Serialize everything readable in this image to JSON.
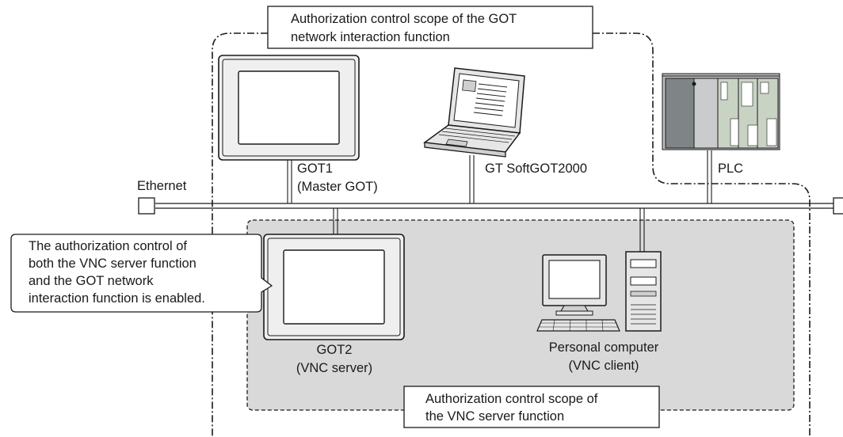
{
  "labels": {
    "got_scope_line1": "Authorization control scope of the GOT",
    "got_scope_line2": "network interaction function",
    "ethernet": "Ethernet",
    "got1_line1": "GOT1",
    "got1_line2": "(Master GOT)",
    "softgot": "GT SoftGOT2000",
    "plc": "PLC",
    "callout_line1": "The authorization control of",
    "callout_line2": "both the VNC server function",
    "callout_line3": "and the GOT network",
    "callout_line4": "interaction function is enabled.",
    "got2_line1": "GOT2",
    "got2_line2": "(VNC server)",
    "pc_line1": "Personal computer",
    "pc_line2": "(VNC client)",
    "vnc_scope_line1": "Authorization control scope of",
    "vnc_scope_line2": "the VNC server function"
  },
  "colors": {
    "line": "#1a1a1a",
    "vnc_scope_fill": "#d9d9d9",
    "screen_fill": "#ffffff",
    "bezel_fill": "#efefef",
    "plc_body": "#b9bcbd",
    "plc_dark": "#7f8486",
    "plc_green": "#c9d3c4"
  }
}
